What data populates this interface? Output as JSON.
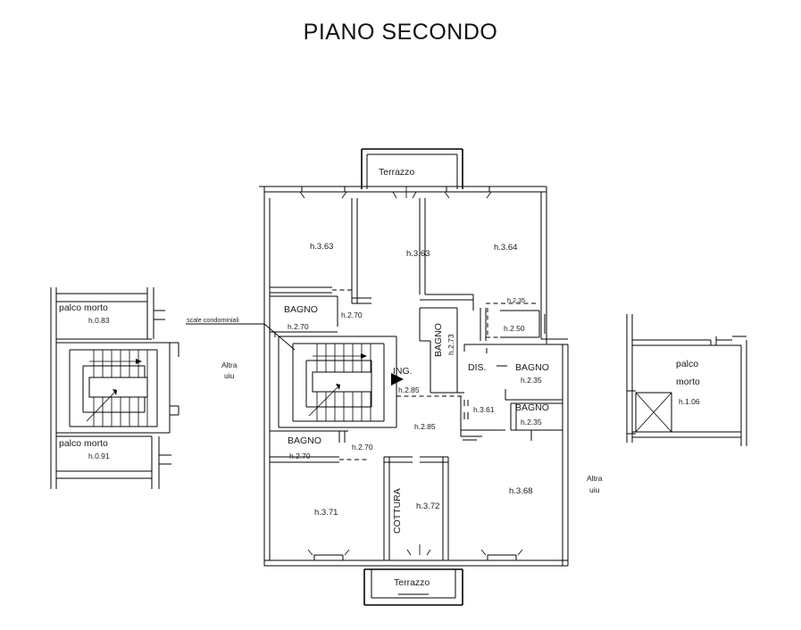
{
  "document": {
    "title": "PIANO SECONDO",
    "type": "architectural-floor-plan",
    "language": "it",
    "background_color": "#ffffff",
    "line_color": "#000000"
  },
  "annotations": {
    "stairs_callout": "scale condominiali",
    "other_unit_left_line1": "Altra",
    "other_unit_left_line2": "uiu",
    "other_unit_right_line1": "Altra",
    "other_unit_right_line2": "uiu"
  },
  "left_block": {
    "attic_top": {
      "name": "palco morto",
      "height": "h.0.83"
    },
    "attic_bottom": {
      "name": "palco morto",
      "height": "h.0.91"
    }
  },
  "right_block": {
    "attic": {
      "name_line1": "palco",
      "name_line2": "morto",
      "height": "h.1.06"
    }
  },
  "main_unit": {
    "terrace_top": "Terrazzo",
    "terrace_bottom": "Terrazzo",
    "rooms": [
      {
        "id": "room-top-left",
        "label": "",
        "height": "h.3.63"
      },
      {
        "id": "room-top-center",
        "label": "",
        "height": "h.3.63"
      },
      {
        "id": "room-top-right",
        "label": "",
        "height": "h.3.64"
      },
      {
        "id": "bagno-upper-left",
        "label": "BAGNO",
        "height": "h.2.70"
      },
      {
        "id": "corridor-upper",
        "label": "",
        "height": "h.2.70"
      },
      {
        "id": "bagno-lower-left",
        "label": "BAGNO",
        "height": "h.2.70"
      },
      {
        "id": "corridor-lower",
        "label": "",
        "height": "h.2.70"
      },
      {
        "id": "entrance",
        "label": "ING.",
        "height": "h.2.85"
      },
      {
        "id": "hall",
        "label": "",
        "height": "h.2.85"
      },
      {
        "id": "bagno-center",
        "label": "BAGNO",
        "height": "h.2.73"
      },
      {
        "id": "closet-small",
        "label": "",
        "height": "h.2.35"
      },
      {
        "id": "closet-medium",
        "label": "",
        "height": "h.2.50"
      },
      {
        "id": "disimpegno",
        "label": "DIS.",
        "height": ""
      },
      {
        "id": "bagno-right-top",
        "label": "BAGNO",
        "height": "h.2.35"
      },
      {
        "id": "bagno-right-bot",
        "label": "BAGNO",
        "height": "h.2.35"
      },
      {
        "id": "passage-right",
        "label": "",
        "height": "h.3.61"
      },
      {
        "id": "room-bottom-left",
        "label": "",
        "height": "h.3.71"
      },
      {
        "id": "kitchen",
        "label": "COTTURA",
        "height": "h.3.72"
      },
      {
        "id": "room-bottom-right",
        "label": "",
        "height": "h.3.68"
      }
    ]
  }
}
